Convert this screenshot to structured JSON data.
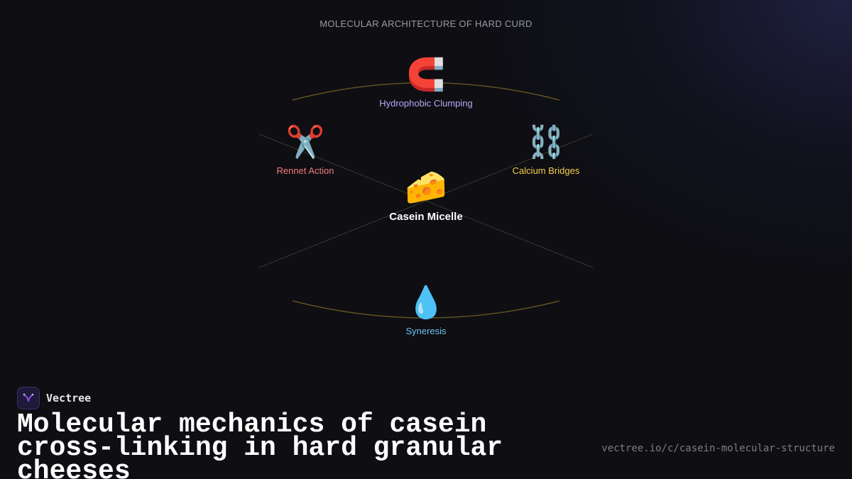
{
  "diagram": {
    "title": "MOLECULAR ARCHITECTURE OF HARD CURD",
    "center": {
      "label": "Casein Micelle",
      "emoji": "🧀",
      "color": "#ffffff"
    },
    "nodes": [
      {
        "id": "top",
        "label": "Hydrophobic Clumping",
        "emoji": "🧲",
        "color": "#b4aaf5",
        "icon": "magnet-icon"
      },
      {
        "id": "left",
        "label": "Rennet Action",
        "emoji": "✂️",
        "color": "#f27b7b",
        "icon": "scissors-icon"
      },
      {
        "id": "right",
        "label": "Calcium Bridges",
        "emoji": "⛓️",
        "color": "#f5cf4a",
        "icon": "chain-icon"
      },
      {
        "id": "bottom",
        "label": "Syneresis",
        "emoji": "💧",
        "color": "#6fc3ef",
        "icon": "droplet-icon"
      }
    ],
    "connector_color": "#5f5220"
  },
  "brand": {
    "name": "Vectree",
    "accent": "#9b5cf6"
  },
  "headline": "Molecular mechanics of casein cross-linking in hard granular cheeses",
  "url": "vectree.io/c/casein-molecular-structure"
}
